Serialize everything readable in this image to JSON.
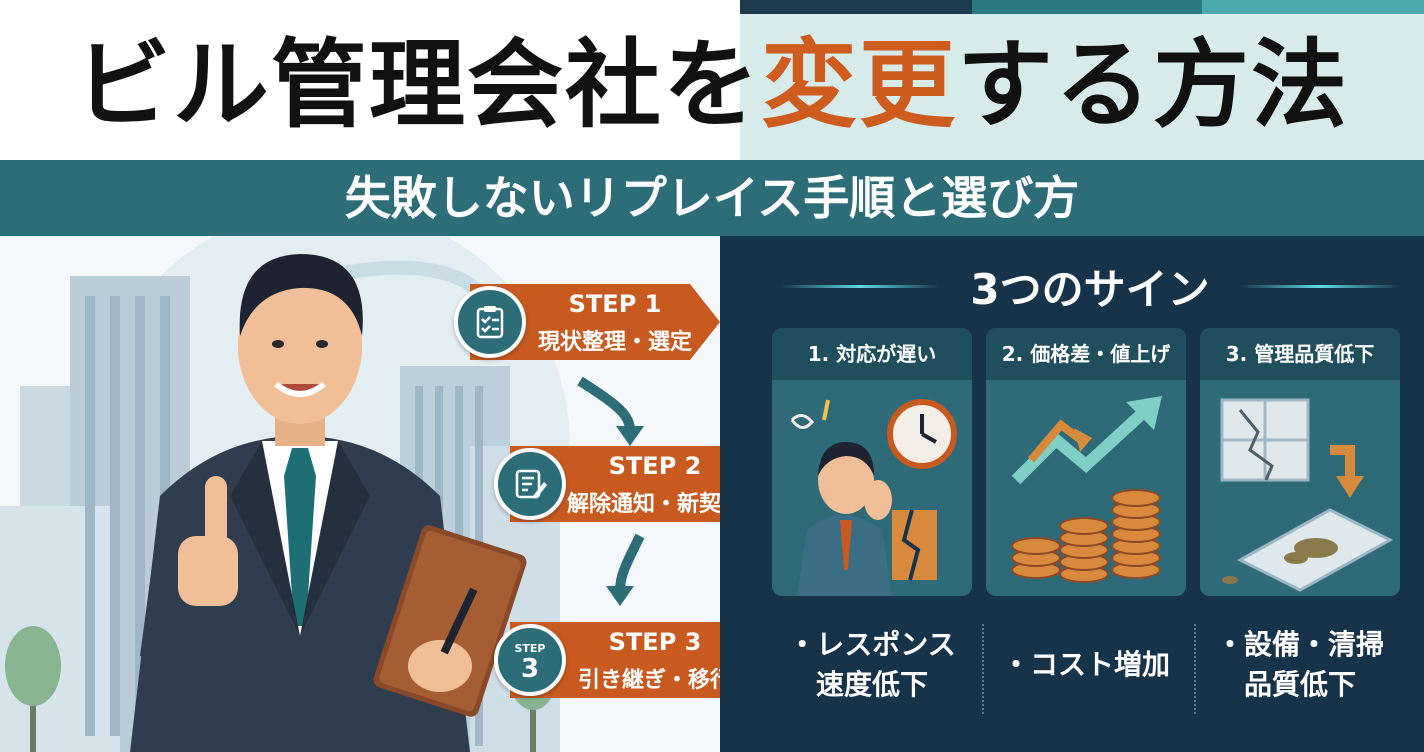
{
  "title": {
    "part1": "ビル管理会社を",
    "accent": "変更",
    "part2": "する方法"
  },
  "subtitle": "失敗しないリプレイス手順と選び方",
  "steps": [
    {
      "label": "STEP 1",
      "text": "現状整理・選定",
      "icon": "clipboard-icon"
    },
    {
      "label": "STEP 2",
      "text": "解除通知・新契約",
      "icon": "document-pen-icon"
    },
    {
      "label": "STEP 3",
      "text": "引き継ぎ・移行",
      "icon": "step-number-badge",
      "badge_label": "STEP",
      "badge_number": "3"
    }
  ],
  "signs": {
    "heading": "3つのサイン",
    "cards": [
      {
        "title": "1. 対応が遅い",
        "bullet_line1": "・レスポンス",
        "bullet_line2": "速度低下",
        "icon": "tired-man-clock-icon"
      },
      {
        "title": "2. 価格差・値上げ",
        "bullet_line1": "・コスト増加",
        "bullet_line2": "",
        "icon": "rising-cost-coins-icon"
      },
      {
        "title": "3. 管理品質低下",
        "bullet_line1": "・設備・清掃",
        "bullet_line2": "品質低下",
        "icon": "cracked-tile-icon"
      }
    ]
  },
  "colors": {
    "accent": "#cf5c1f",
    "teal": "#2c6d78",
    "navy": "#173349"
  }
}
